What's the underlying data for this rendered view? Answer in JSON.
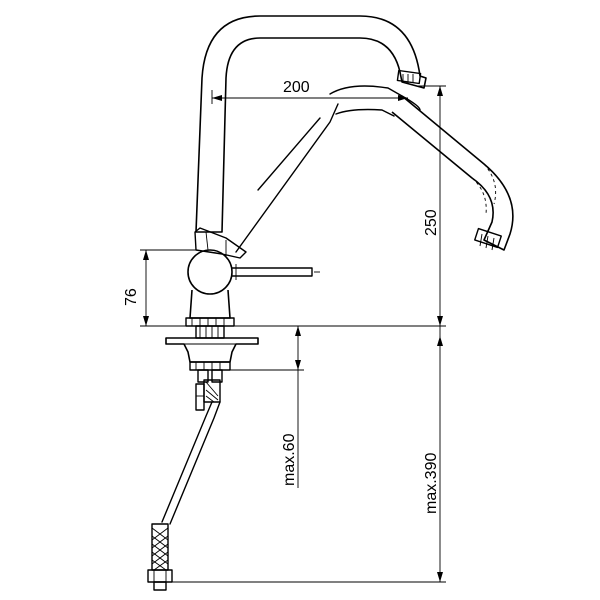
{
  "drawing": {
    "dimensions": {
      "spout_reach": "200",
      "spout_height": "250",
      "base_height": "76",
      "max_hose_short": "max.60",
      "max_hose_long": "max.390"
    }
  }
}
